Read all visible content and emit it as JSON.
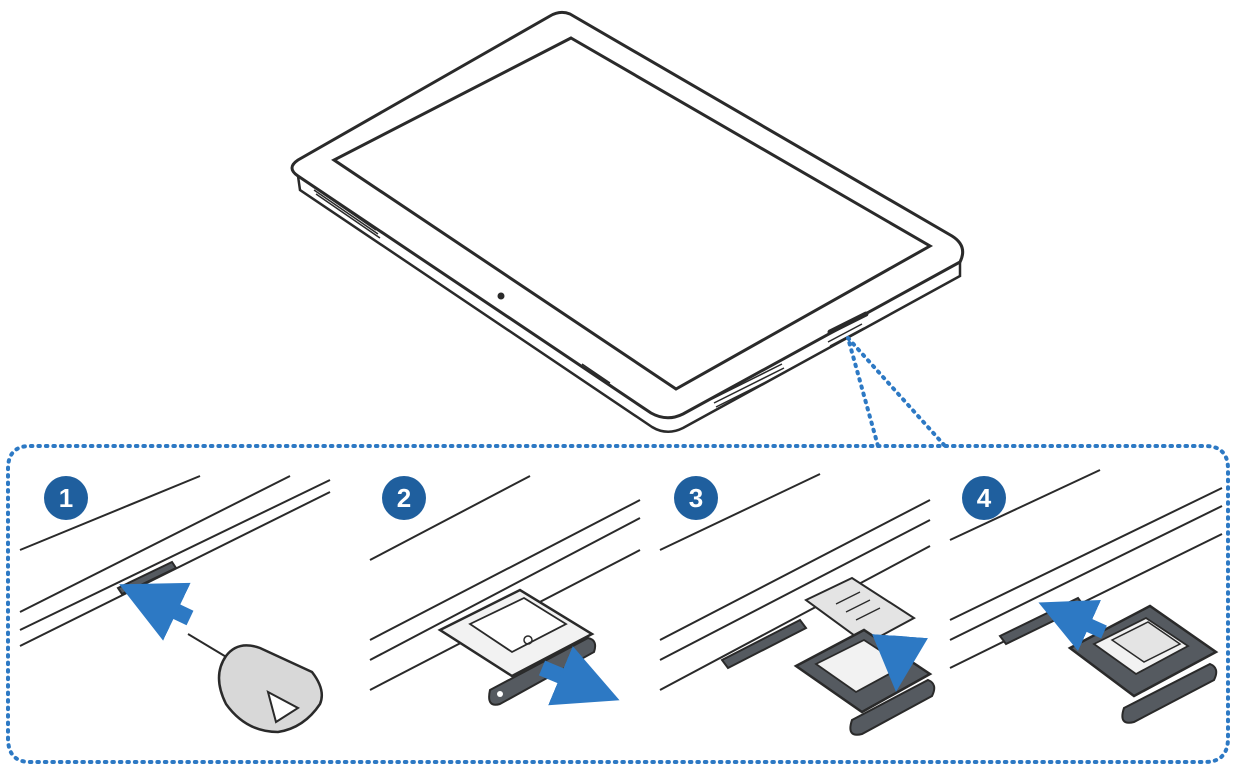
{
  "colors": {
    "line": "#2a2a2a",
    "badge": "#1f5f9e",
    "arrow": "#2d79c4",
    "dotted": "#2d79c4",
    "tray": "#555a60",
    "tray_light": "#f2f2f2",
    "card": "#e4e4e4",
    "tool": "#d8d8d8"
  },
  "steps": [
    {
      "number": "1",
      "action": "insert-ejection-pin"
    },
    {
      "number": "2",
      "action": "pull-out-tray"
    },
    {
      "number": "3",
      "action": "place-card-in-tray"
    },
    {
      "number": "4",
      "action": "insert-tray"
    }
  ],
  "icons": {
    "arrow": "arrow-icon",
    "ejection_pin": "ejection-pin-icon",
    "card": "memory-card-icon",
    "tray": "card-tray-icon"
  }
}
